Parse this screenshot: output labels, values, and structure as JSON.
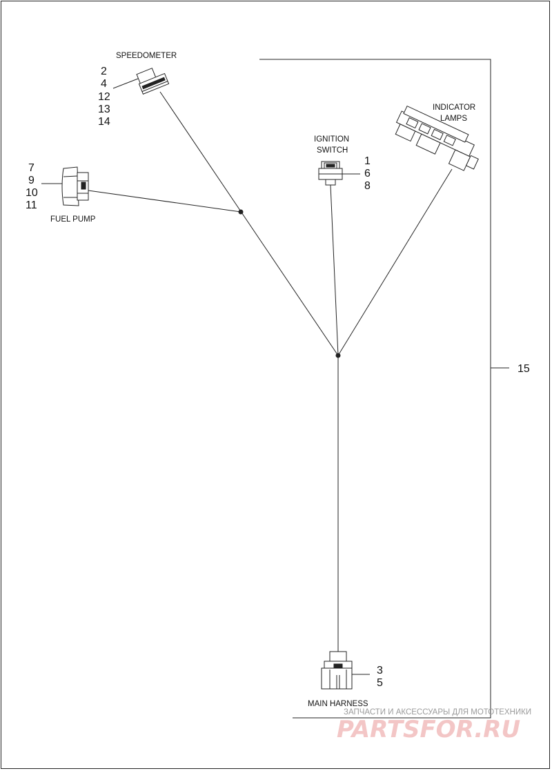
{
  "components": {
    "speedometer": {
      "label": "SPEEDOMETER",
      "callouts": [
        "2",
        "4",
        "12",
        "13",
        "14"
      ]
    },
    "fuel_pump": {
      "label": "FUEL PUMP",
      "callouts": [
        "7",
        "9",
        "10",
        "11"
      ]
    },
    "ignition_switch": {
      "label_line1": "IGNITION",
      "label_line2": "SWITCH",
      "callouts": [
        "1",
        "6",
        "8"
      ]
    },
    "indicator_lamps": {
      "label_line1": "INDICATOR",
      "label_line2": "LAMPS"
    },
    "main_harness": {
      "label": "MAIN HARNESS",
      "callouts": [
        "3",
        "5"
      ]
    }
  },
  "harness_callout": "15",
  "watermark": {
    "tagline": "ЗАПЧАСТИ И АКСЕССУАРЫ ДЛЯ МОТОТЕХНИКИ",
    "logo": "PARTSFOR.RU"
  }
}
